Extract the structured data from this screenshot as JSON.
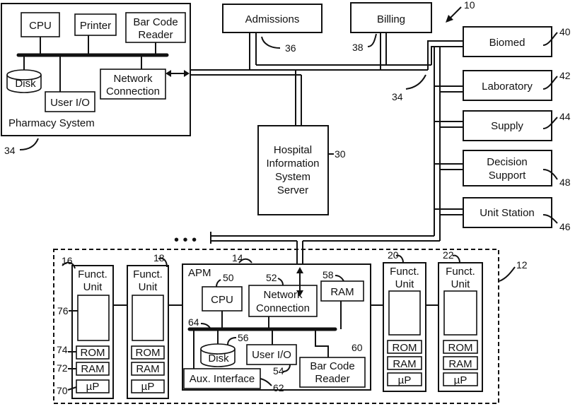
{
  "figure_ref": "10",
  "pharmacy": {
    "system_label": "Pharmacy System",
    "ref": "34",
    "cpu": "CPU",
    "printer": "Printer",
    "barcode_line1": "Bar Code",
    "barcode_line2": "Reader",
    "network_line1": "Network",
    "network_line2": "Connection",
    "disk": "Disk",
    "user_io": "User I/O"
  },
  "admissions": {
    "label": "Admissions",
    "ref": "36"
  },
  "billing": {
    "label": "Billing",
    "ref": "38"
  },
  "network_ref": "34",
  "his_server": {
    "line1": "Hospital",
    "line2": "Information",
    "line3": "System",
    "line4": "Server",
    "ref": "30"
  },
  "departments": [
    {
      "label": "Biomed",
      "ref": "40"
    },
    {
      "label": "Laboratory",
      "ref": "42"
    },
    {
      "label": "Supply",
      "ref": "44"
    },
    {
      "label_line1": "Decision",
      "label_line2": "Support",
      "ref": "48"
    },
    {
      "label": "Unit Station",
      "ref": "46"
    }
  ],
  "ellipsis": "• • •",
  "patient_care_ref": "12",
  "apm": {
    "label": "APM",
    "ref": "14",
    "cpu": "CPU",
    "cpu_ref": "50",
    "network_line1": "Network",
    "network_line2": "Connection",
    "network_ref": "52",
    "ram": "RAM",
    "ram_ref": "58",
    "bus_ref": "64",
    "disk": "Disk",
    "disk_ref": "56",
    "user_io": "User I/O",
    "user_io_ref": "54",
    "aux": "Aux. Interface",
    "aux_ref": "62",
    "barcode_line1": "Bar Code",
    "barcode_line2": "Reader",
    "barcode_ref": "60"
  },
  "functional_units": [
    {
      "line1": "Funct.",
      "line2": "Unit",
      "ref": "16",
      "rom": "ROM",
      "ram": "RAM",
      "up": "µP"
    },
    {
      "line1": "Funct.",
      "line2": "Unit",
      "ref": "18",
      "rom": "ROM",
      "ram": "RAM",
      "up": "µP"
    },
    {
      "line1": "Funct.",
      "line2": "Unit",
      "ref": "20",
      "rom": "ROM",
      "ram": "RAM",
      "up": "µP"
    },
    {
      "line1": "Funct.",
      "line2": "Unit",
      "ref": "22",
      "rom": "ROM",
      "ram": "RAM",
      "up": "µP"
    }
  ],
  "fu16_refs": {
    "display": "76",
    "rom": "74",
    "ram": "72",
    "up": "70"
  }
}
